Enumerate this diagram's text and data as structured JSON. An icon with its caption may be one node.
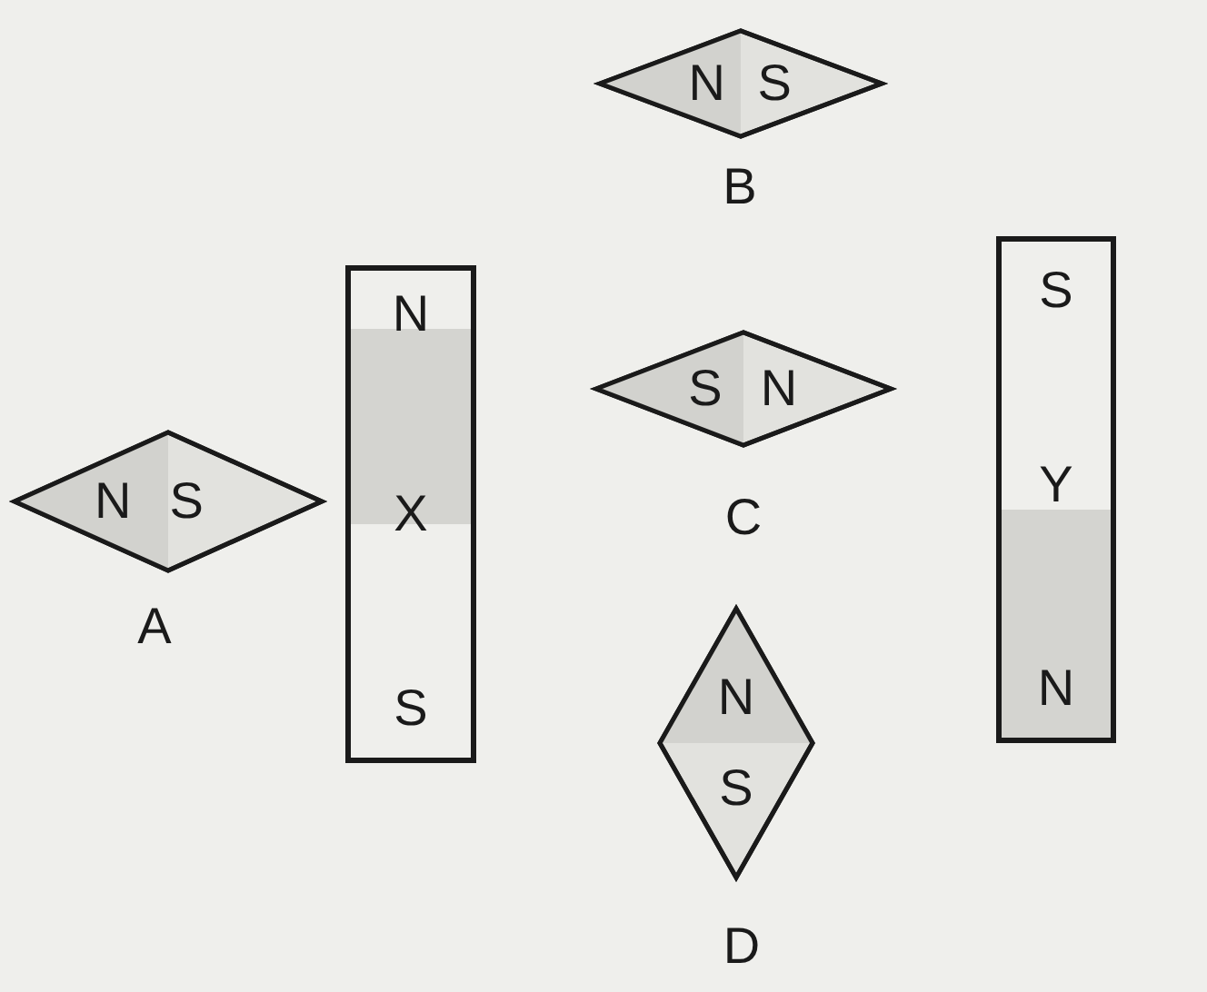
{
  "diagram": {
    "nodes": [
      {
        "text": [
          "N",
          "S"
        ],
        "beside": [
          "B"
        ]
      },
      {
        "text": [
          "N",
          "S"
        ],
        "beside": [
          "A"
        ]
      },
      {
        "text": [
          "N",
          "X",
          "S"
        ]
      },
      {
        "text": [
          "S",
          "N"
        ],
        "beside": [
          "C"
        ]
      },
      {
        "text": [
          "S",
          "Y",
          "N"
        ]
      },
      {
        "text": [
          "N",
          "S"
        ],
        "beside": [
          "D"
        ]
      }
    ]
  }
}
